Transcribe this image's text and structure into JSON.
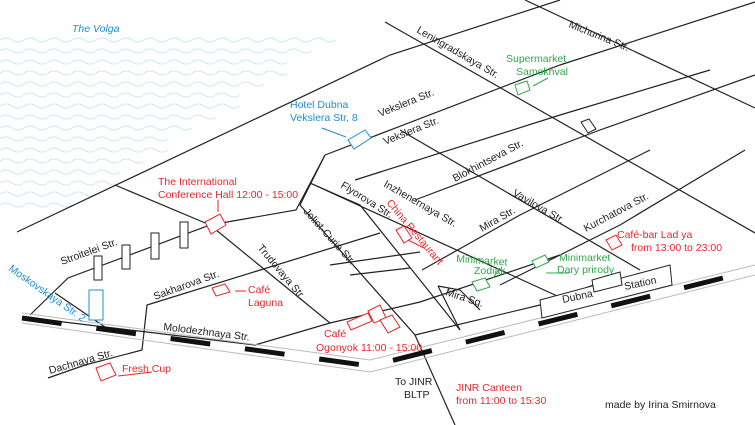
{
  "colors": {
    "poi": "#e8262b",
    "shop": "#2fa84a",
    "hotel": "#1b8fd4",
    "road": "#222222",
    "water": "#cfe6f5"
  },
  "water": {
    "name": "The Volga"
  },
  "streets": {
    "michurina": "Michurina Str.",
    "leningradskaya": "Leningradskaya Str.",
    "vekslera1": "Vekslera Str.",
    "vekslera2": "Vekslera Str.",
    "blokhintseva": "Blokhintseva Str.",
    "vavilova": "Vavilova Str.",
    "kurchatova": "Kurchatova Str.",
    "inzhenernaya": "Inzhenernaya Str.",
    "mira": "Mira Str.",
    "mira_sq": "Mira Sq.",
    "flyorova": "Flyorova Str.",
    "joliot": "Joliot-Curie Str.",
    "trudovaya": "Trudovaya Str.",
    "stroitelei": "Stroitelei Str.",
    "sakharova": "Sakharova Str.",
    "molodezhnaya": "Molodezhnaya Str.",
    "dachnaya": "Dachnaya Str.",
    "moskovskaya": "Moskovskaya Str. 2"
  },
  "places": {
    "hotel": [
      "Hotel  Dubna",
      "Vekslera Str, 8"
    ],
    "supermarket": [
      "Supermarket",
      "Samokhval"
    ],
    "conference": [
      "The International",
      "Conference Hall 12:00 - 15:00"
    ],
    "china": "China Restaurant",
    "cafebar": [
      "Café-bar  Lad ya",
      "from 13:00 to 23:00"
    ],
    "zodiak": [
      "Minimarket",
      "Zodiak"
    ],
    "dary": [
      "Minimarket",
      "Dary prirody"
    ],
    "laguna": [
      "Café",
      "Laguna"
    ],
    "ogonyok": [
      "Café",
      "Ogonyok  11:00 - 15:00"
    ],
    "freshcup": "Fresh Cup",
    "station": [
      "Dubna",
      "Station"
    ],
    "bltp": [
      "To JINR",
      "BLTP"
    ],
    "canteen": [
      "JINR Canteen",
      "from 11:00 to 15:30"
    ]
  },
  "credit": "made by Irina Smirnova"
}
